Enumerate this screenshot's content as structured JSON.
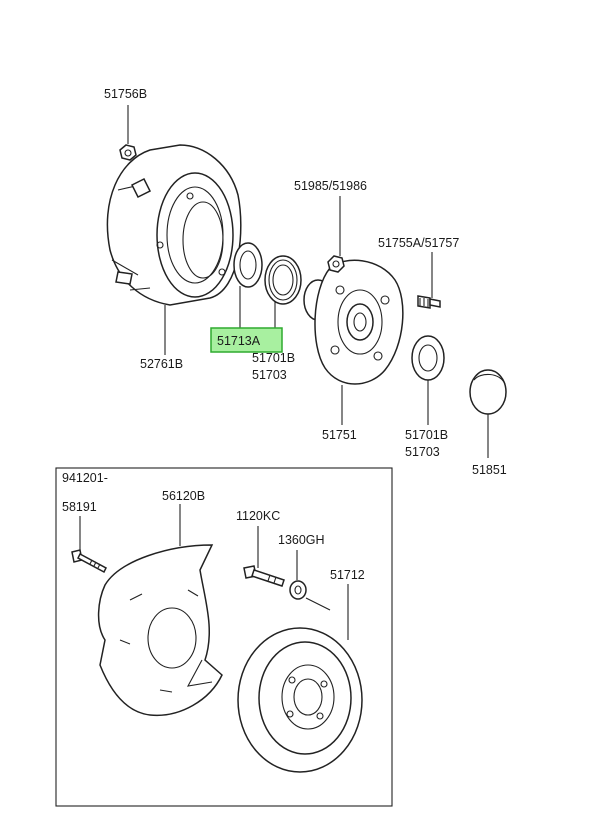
{
  "labels": {
    "nut_top": "51756B",
    "nut_hub": "51985/51986",
    "stud": "51755A/51757",
    "seal": "51713A",
    "bearing_inner_a": "51701B",
    "bearing_inner_b": "51703",
    "drum": "52761B",
    "hub": "51751",
    "bearing_outer_a": "51701B",
    "bearing_outer_b": "51703",
    "cap": "51851",
    "inset_date": "941201-",
    "bolt": "58191",
    "shield": "56120B",
    "hub_bolt": "1120KC",
    "washer": "1360GH",
    "disc": "51712"
  },
  "highlight_color": "#a8f0a0"
}
